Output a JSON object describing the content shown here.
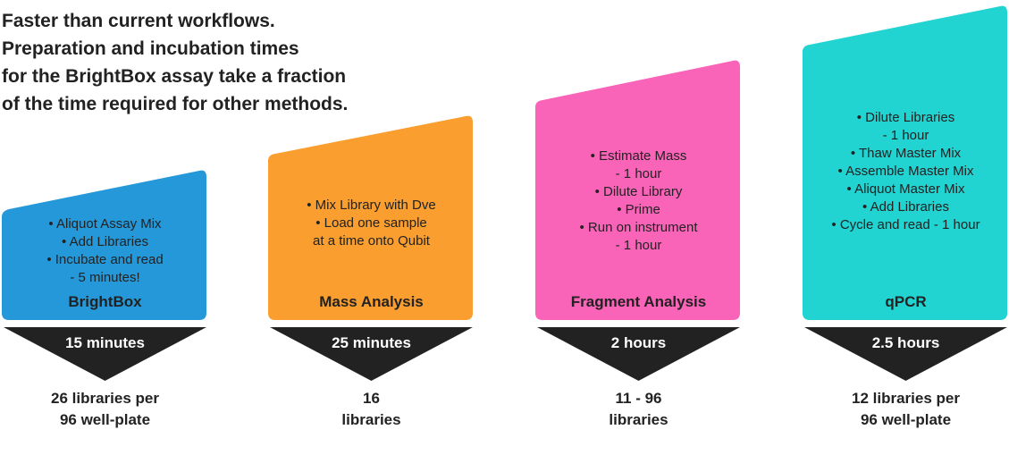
{
  "headline": [
    "Faster than current workflows.",
    "Preparation and incubation times",
    "for the BrightBox assay take a fraction",
    "of the time required for other methods."
  ],
  "colors": {
    "text": "#222222",
    "arrow": "#222222",
    "time_text": "#ffffff"
  },
  "methods": [
    {
      "name": "BrightBox",
      "color": "#2498d8",
      "steps": [
        "• Aliquot Assay Mix",
        "• Add Libraries",
        "• Incubate and read",
        "- 5 minutes!"
      ],
      "time": "15 minutes",
      "throughput": [
        "26 libraries per",
        "96 well-plate"
      ]
    },
    {
      "name": "Mass Analysis",
      "color": "#f99e2f",
      "steps": [
        "• Mix Library with Dve",
        "• Load one sample",
        "at a time onto Qubit"
      ],
      "time": "25 minutes",
      "throughput": [
        "16",
        "libraries"
      ]
    },
    {
      "name": "Fragment Analysis",
      "color": "#f963b8",
      "steps": [
        "• Estimate Mass",
        "- 1 hour",
        "• Dilute Library",
        "• Prime",
        "• Run on instrument",
        "- 1 hour"
      ],
      "time": "2 hours",
      "throughput": [
        "11 - 96",
        "libraries"
      ]
    },
    {
      "name": "qPCR",
      "color": "#21d3d1",
      "steps": [
        "• Dilute Libraries",
        "- 1 hour",
        "• Thaw Master Mix",
        "• Assemble Master Mix",
        "• Aliquot Master Mix",
        "• Add Libraries",
        "• Cycle and read - 1 hour"
      ],
      "time": "2.5 hours",
      "throughput": [
        "12 libraries per",
        "96 well-plate"
      ]
    }
  ]
}
